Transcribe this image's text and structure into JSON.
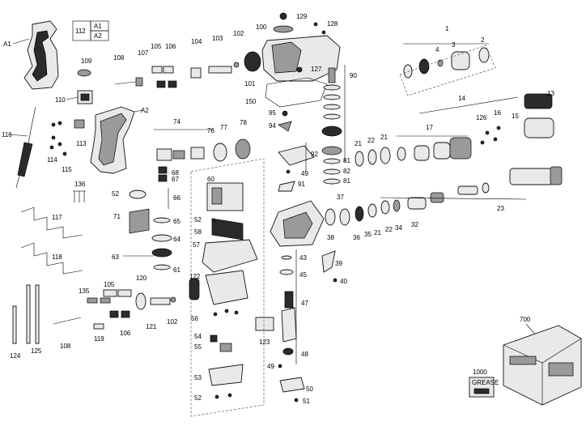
{
  "legend": {
    "code": "112",
    "a1": "A1",
    "a2": "A2"
  },
  "labels": {
    "l1": "1",
    "l2": "2",
    "l3": "3",
    "l4": "4",
    "l13": "13",
    "l14": "14",
    "l15": "15",
    "l16": "16",
    "l17": "17",
    "l21a": "21",
    "l21b": "21",
    "l21c": "21",
    "l22a": "22",
    "l22b": "22",
    "l23": "23",
    "l32": "32",
    "l34": "34",
    "l35": "35",
    "l36": "36",
    "l37": "37",
    "l38": "38",
    "l39": "39",
    "l40": "40",
    "l43": "43",
    "l45": "45",
    "l47": "47",
    "l48": "48",
    "l49a": "49",
    "l49b": "49",
    "l50": "50",
    "l51": "51",
    "l52a": "52",
    "l52b": "52",
    "l52c": "52",
    "l53": "53",
    "l54": "54",
    "l55": "55",
    "l56": "56",
    "l57": "57",
    "l58": "58",
    "l60": "60",
    "l61": "61",
    "l63": "63",
    "l64": "64",
    "l65": "65",
    "l66": "66",
    "l67": "67",
    "l68": "68",
    "l71": "71",
    "l74": "74",
    "l76": "76",
    "l77": "77",
    "l78": "78",
    "l81a": "81",
    "l81b": "81",
    "l82": "82",
    "l90": "90",
    "l91": "91",
    "l92": "92",
    "l94": "94",
    "l95": "95",
    "l100": "100",
    "l101": "101",
    "l102a": "102",
    "l102b": "102",
    "l103": "103",
    "l104": "104",
    "l105a": "105",
    "l105b": "105",
    "l106a": "106",
    "l106b": "106",
    "l107": "107",
    "l108a": "108",
    "l108b": "108",
    "l109": "109",
    "l110": "110",
    "l113": "113",
    "l114": "114",
    "l115": "115",
    "l116": "116",
    "l117": "117",
    "l118": "118",
    "l119": "119",
    "l120": "120",
    "l121": "121",
    "l122": "122",
    "l123": "123",
    "l124": "124",
    "l125": "125",
    "l126": "126",
    "l127": "127",
    "l128": "128",
    "l129": "129",
    "l135": "135",
    "l136": "136",
    "l150": "150",
    "lA1": "A1",
    "lA2": "A2",
    "l700": "700",
    "l1000": "1000"
  },
  "grease_label": "GREASE"
}
